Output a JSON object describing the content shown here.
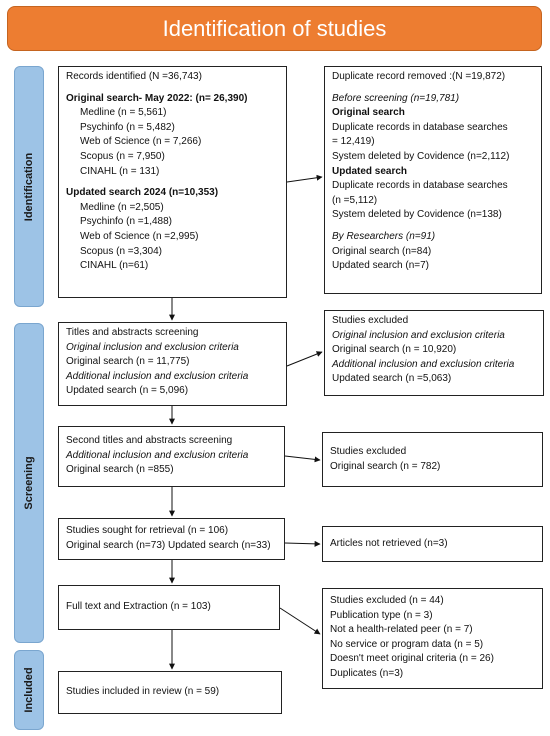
{
  "title": "Identification of studies",
  "phases": {
    "identification": "Identification",
    "screening": "Screening",
    "included": "Included"
  },
  "identification_box": {
    "total": "Records identified (N =36,743)",
    "original_header": "Original search- May 2022: (n= 26,390)",
    "original_items": [
      "Medline (n = 5,561)",
      "Psychinfo (n = 5,482)",
      "Web of Science (n = 7,266)",
      "Scopus (n = 7,950)",
      "CINAHL (n = 131)"
    ],
    "updated_header": "Updated search 2024 (n=10,353)",
    "updated_items": [
      "Medline (n =2,505)",
      "Psychinfo (n =1,488)",
      "Web of Science (n =2,995)",
      "Scopus (n =3,304)",
      "CINAHL (n=61)"
    ]
  },
  "duplicate_box": {
    "header": "Duplicate record removed :(N =19,872)",
    "before_screening": "Before screening (n=19,781)",
    "original_label": "Original search",
    "original_dup_1": "Duplicate records in database searches",
    "original_dup_2": "= 12,419)",
    "original_sys": "System deleted by Covidence (n=2,112)",
    "updated_label": "Updated search",
    "updated_dup_1": "Duplicate records in database searches",
    "updated_dup_2": "(n =5,112)",
    "updated_sys": "System deleted by Covidence (n=138)",
    "by_researchers": "By Researchers (n=91)",
    "res_original": "Original search (n=84)",
    "res_updated": "Updated search (n=7)"
  },
  "screen1_box": {
    "line1": "Titles and abstracts screening",
    "line2": "Original inclusion and exclusion criteria",
    "line3": "Original search (n = 11,775)",
    "line4": "Additional inclusion and exclusion criteria",
    "line5": "Updated search (n = 5,096)"
  },
  "excl1_box": {
    "line1": "Studies excluded",
    "line2": "Original inclusion and exclusion criteria",
    "line3": "Original search (n = 10,920)",
    "line4": "Additional inclusion and exclusion criteria",
    "line5": "Updated search (n =5,063)"
  },
  "screen2_box": {
    "line1": "Second titles and abstracts screening",
    "line2": "Additional inclusion and exclusion criteria",
    "line3": "Original search (n =855)"
  },
  "excl2_box": {
    "line1": "Studies excluded",
    "line2": "Original search (n = 782)"
  },
  "retrieval_box": {
    "line1": "Studies sought for retrieval (n = 106)",
    "line2": "Original search (n=73) Updated search (n=33)"
  },
  "not_retrieved_box": {
    "line1": "Articles not retrieved (n=3)"
  },
  "fulltext_box": {
    "line1": "Full text and Extraction (n = 103)"
  },
  "excl3_box": {
    "lines": [
      "Studies excluded (n = 44)",
      "Publication type (n = 3)",
      "Not a health-related peer (n = 7)",
      "No service or program data (n = 5)",
      "Doesn't meet original criteria (n = 26)",
      "Duplicates (n=3)"
    ]
  },
  "included_box": {
    "line1": "Studies included in review (n = 59)"
  }
}
